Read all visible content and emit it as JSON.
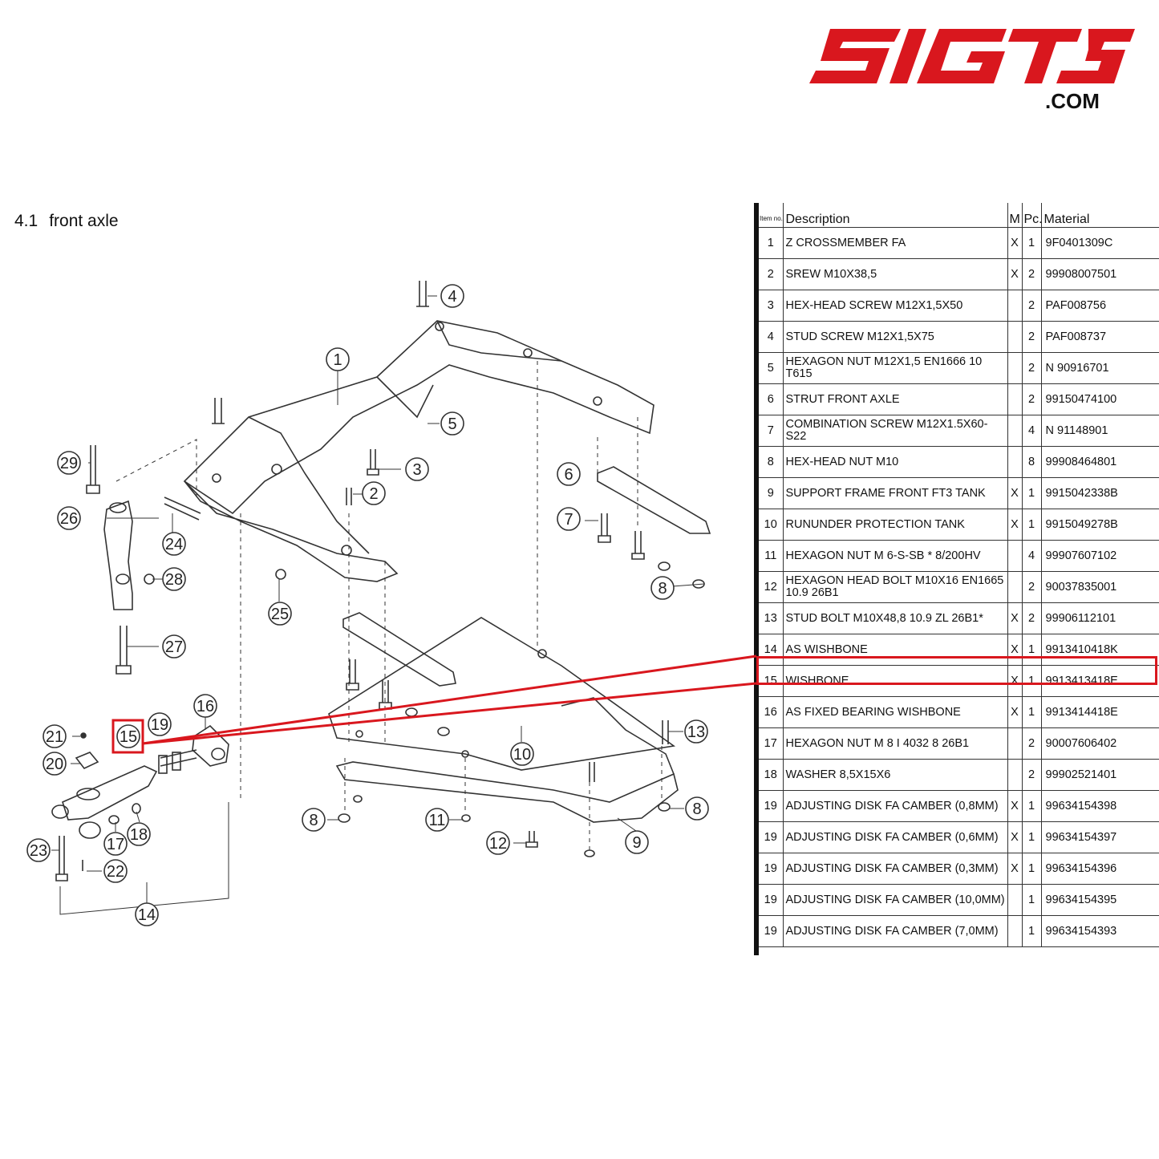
{
  "logo": {
    "text": "SIGT3",
    "suffix": ".COM",
    "color": "#d9171e"
  },
  "section": {
    "number": "4.1",
    "title": "front axle"
  },
  "diagram": {
    "callouts": [
      "1",
      "2",
      "3",
      "4",
      "5",
      "6",
      "7",
      "8",
      "8",
      "8",
      "9",
      "10",
      "11",
      "12",
      "13",
      "14",
      "15",
      "16",
      "17",
      "18",
      "19",
      "20",
      "21",
      "22",
      "23",
      "24",
      "25",
      "26",
      "27",
      "28",
      "29"
    ],
    "highlighted_callout": "15",
    "highlight_color": "#d9171e"
  },
  "table": {
    "headers": {
      "item": "Item no.",
      "description": "Description",
      "m": "M",
      "pc": "Pc.",
      "material": "Material"
    },
    "rows": [
      {
        "item": "1",
        "description": "Z CROSSMEMBER FA",
        "m": "X",
        "pc": "1",
        "material": "9F0401309C"
      },
      {
        "item": "2",
        "description": "SREW M10X38,5",
        "m": "X",
        "pc": "2",
        "material": "99908007501"
      },
      {
        "item": "3",
        "description": "HEX-HEAD SCREW M12X1,5X50",
        "m": "",
        "pc": "2",
        "material": "PAF008756"
      },
      {
        "item": "4",
        "description": "STUD SCREW M12X1,5X75",
        "m": "",
        "pc": "2",
        "material": "PAF008737"
      },
      {
        "item": "5",
        "description": "HEXAGON NUT M12X1,5 EN1666 10 T615",
        "m": "",
        "pc": "2",
        "material": "N 90916701"
      },
      {
        "item": "6",
        "description": "STRUT FRONT AXLE",
        "m": "",
        "pc": "2",
        "material": "99150474100"
      },
      {
        "item": "7",
        "description": "COMBINATION SCREW M12X1.5X60-S22",
        "m": "",
        "pc": "4",
        "material": "N 91148901"
      },
      {
        "item": "8",
        "description": "HEX-HEAD NUT M10",
        "m": "",
        "pc": "8",
        "material": "99908464801"
      },
      {
        "item": "9",
        "description": "SUPPORT FRAME FRONT FT3 TANK",
        "m": "X",
        "pc": "1",
        "material": "9915042338B"
      },
      {
        "item": "10",
        "description": "RUNUNDER PROTECTION TANK",
        "m": "X",
        "pc": "1",
        "material": "9915049278B"
      },
      {
        "item": "11",
        "description": "HEXAGON NUT M 6-S-SB * 8/200HV",
        "m": "",
        "pc": "4",
        "material": "99907607102"
      },
      {
        "item": "12",
        "description": "HEXAGON HEAD BOLT M10X16 EN1665 10.9 26B1",
        "m": "",
        "pc": "2",
        "material": "90037835001"
      },
      {
        "item": "13",
        "description": "STUD BOLT M10X48,8 10.9 ZL 26B1*",
        "m": "X",
        "pc": "2",
        "material": "99906112101"
      },
      {
        "item": "14",
        "description": "AS WISHBONE",
        "m": "X",
        "pc": "1",
        "material": "9913410418K"
      },
      {
        "item": "15",
        "description": "WISHBONE",
        "m": "X",
        "pc": "1",
        "material": "9913413418E"
      },
      {
        "item": "16",
        "description": "AS FIXED BEARING WISHBONE",
        "m": "X",
        "pc": "1",
        "material": "9913414418E"
      },
      {
        "item": "17",
        "description": "HEXAGON NUT M 8 I 4032 8 26B1",
        "m": "",
        "pc": "2",
        "material": "90007606402"
      },
      {
        "item": "18",
        "description": "WASHER 8,5X15X6",
        "m": "",
        "pc": "2",
        "material": "99902521401"
      },
      {
        "item": "19",
        "description": "ADJUSTING DISK FA CAMBER (0,8MM)",
        "m": "X",
        "pc": "1",
        "material": "99634154398"
      },
      {
        "item": "19",
        "description": "ADJUSTING DISK FA CAMBER (0,6MM)",
        "m": "X",
        "pc": "1",
        "material": "99634154397"
      },
      {
        "item": "19",
        "description": "ADJUSTING DISK FA CAMBER (0,3MM)",
        "m": "X",
        "pc": "1",
        "material": "99634154396"
      },
      {
        "item": "19",
        "description": "ADJUSTING DISK FA CAMBER (10,0MM)",
        "m": "",
        "pc": "1",
        "material": "99634154395"
      },
      {
        "item": "19",
        "description": "ADJUSTING DISK FA CAMBER (7,0MM)",
        "m": "",
        "pc": "1",
        "material": "99634154393"
      }
    ],
    "highlighted_item": "15"
  }
}
